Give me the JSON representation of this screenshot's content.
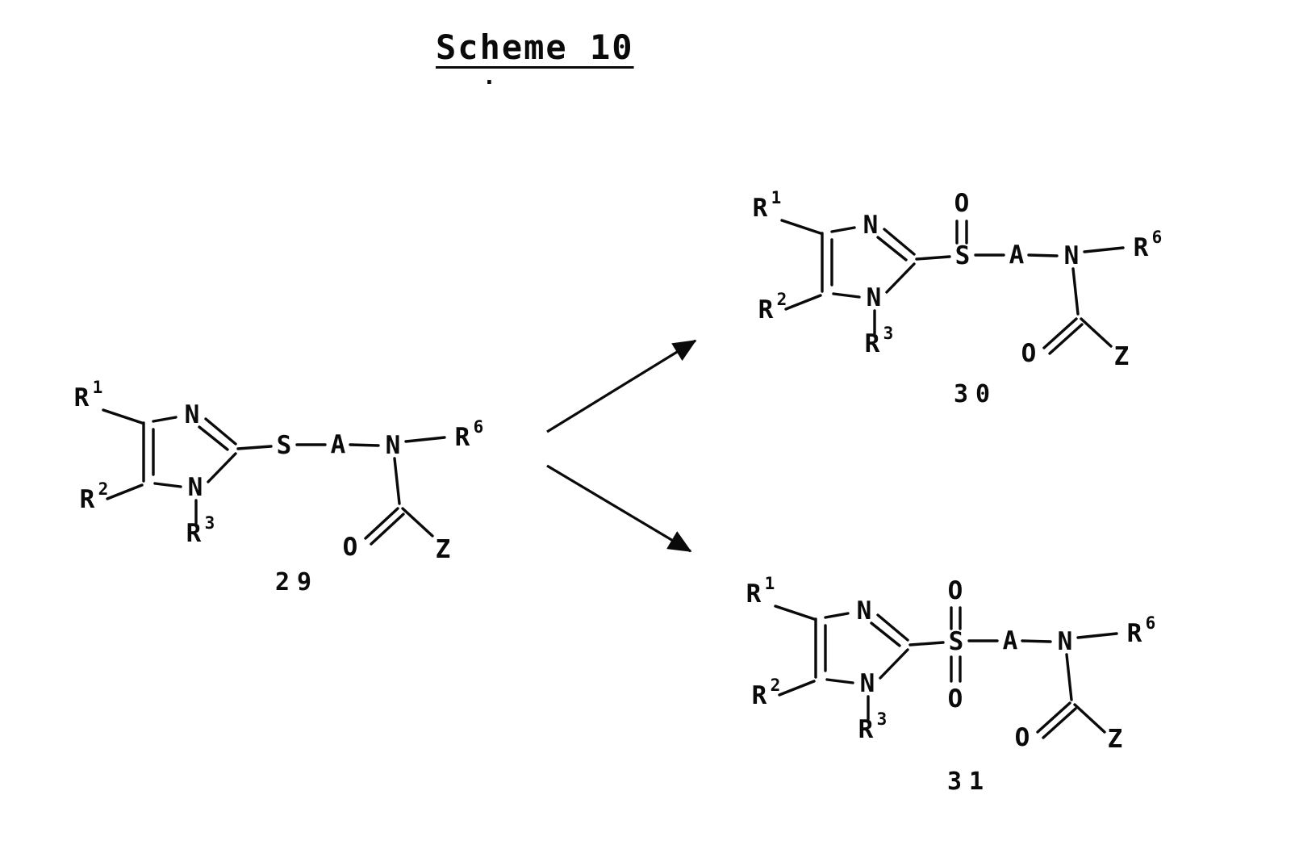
{
  "title": "Scheme 10",
  "stray_mark": ".",
  "atoms": {
    "R": "R",
    "sup1": "1",
    "sup2": "2",
    "sup3": "3",
    "sup6": "6",
    "N": "N",
    "S": "S",
    "A": "A",
    "O": "O",
    "Z": "Z"
  },
  "compounds": {
    "c29": "29",
    "c30": "30",
    "c31": "31"
  },
  "arrows": [
    {
      "from": "29",
      "to": "30"
    },
    {
      "from": "29",
      "to": "31"
    }
  ]
}
